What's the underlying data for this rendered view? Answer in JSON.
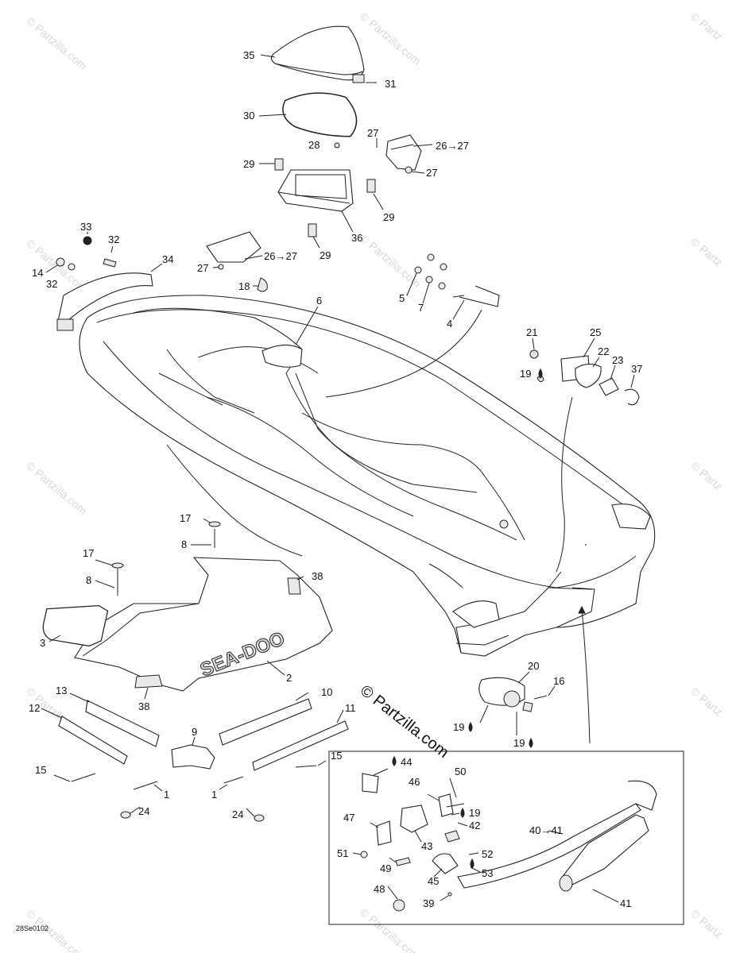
{
  "watermark": {
    "text": "© Partzilla.com",
    "short": "© Partz"
  },
  "diagram_code": "28Se0102",
  "labels": {
    "l35": "35",
    "l31": "31",
    "l30": "30",
    "l27a": "27",
    "l28": "28",
    "l26a": "26→27",
    "l27b": "27",
    "l29a": "29",
    "l29b": "29",
    "l29c": "29",
    "l36": "36",
    "l33": "33",
    "l32a": "32",
    "l34": "34",
    "l14": "14",
    "l32b": "32",
    "l27c": "27",
    "l26b": "26→27",
    "l18": "18",
    "l6": "6",
    "l5": "5",
    "l7": "7",
    "l4": "4",
    "l21": "21",
    "l25": "25",
    "l22": "22",
    "l23": "23",
    "l19a": "19",
    "l37": "37",
    "l17a": "17",
    "l8a": "8",
    "l17b": "17",
    "l8b": "8",
    "l38a": "38",
    "l3": "3",
    "l2": "2",
    "l38b": "38",
    "l13": "13",
    "l10": "10",
    "l12": "12",
    "l11": "11",
    "l9": "9",
    "l15a": "15",
    "l15b": "15",
    "l1a": "1",
    "l1b": "1",
    "l24a": "24",
    "l24b": "24",
    "l20": "20",
    "l16": "16",
    "l19b": "19",
    "l19c": "19",
    "l44": "44",
    "l50": "50",
    "l46": "46",
    "l19d": "19",
    "l42": "42",
    "l47": "47",
    "l43": "43",
    "l51": "51",
    "l49": "49",
    "l52": "52",
    "l45": "45",
    "l53": "53",
    "l40": "40→41",
    "l48": "48",
    "l39": "39",
    "l41": "41"
  }
}
